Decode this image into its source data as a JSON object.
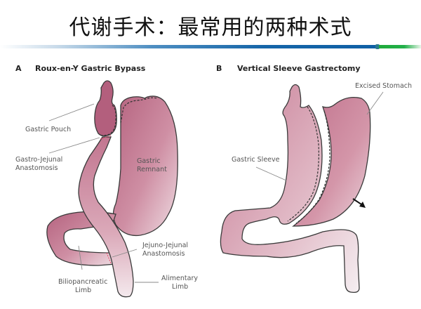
{
  "title": "代谢手术：最常用的两种术式",
  "colors": {
    "tissue_dark": "#b86a85",
    "tissue_light": "#f1e3e8",
    "rule_blue": "#1565a8",
    "rule_green": "#22b04a"
  },
  "panels": [
    {
      "letter": "A",
      "title": "Roux-en-Y Gastric Bypass",
      "labels": {
        "gastric_pouch": "Gastric Pouch",
        "gastro_jejunal_1": "Gastro-Jejunal",
        "gastro_jejunal_2": "Anastomosis",
        "gastric_remnant_1": "Gastric",
        "gastric_remnant_2": "Remnant",
        "jejuno_jejunal_1": "Jejuno-Jejunal",
        "jejuno_jejunal_2": "Anastomosis",
        "biliopancreatic_1": "Biliopancreatic",
        "biliopancreatic_2": "Limb",
        "alimentary_1": "Alimentary",
        "alimentary_2": "Limb"
      }
    },
    {
      "letter": "B",
      "title": "Vertical Sleeve Gastrectomy",
      "labels": {
        "excised_stomach": "Excised Stomach",
        "gastric_sleeve": "Gastric Sleeve"
      }
    }
  ]
}
